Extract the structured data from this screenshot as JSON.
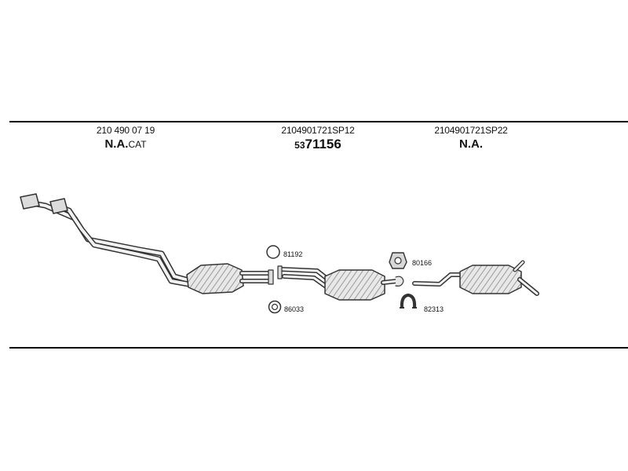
{
  "columns": [
    {
      "part_number": "210 490 07 19",
      "code_bold": "N.A.",
      "code_small": "CAT"
    },
    {
      "part_number": "2104901721SP12",
      "code_lead": "53",
      "code_tail": "71156"
    },
    {
      "part_number": "2104901721SP22",
      "code_bold": "N.A.",
      "code_small": ""
    }
  ],
  "accessories": {
    "ring_top": "81192",
    "ring_bottom": "86033",
    "hanger": "80166",
    "clamp": "82313"
  },
  "colors": {
    "line": "#000000",
    "part_fill": "#e6e6e6",
    "part_stroke": "#333333"
  }
}
